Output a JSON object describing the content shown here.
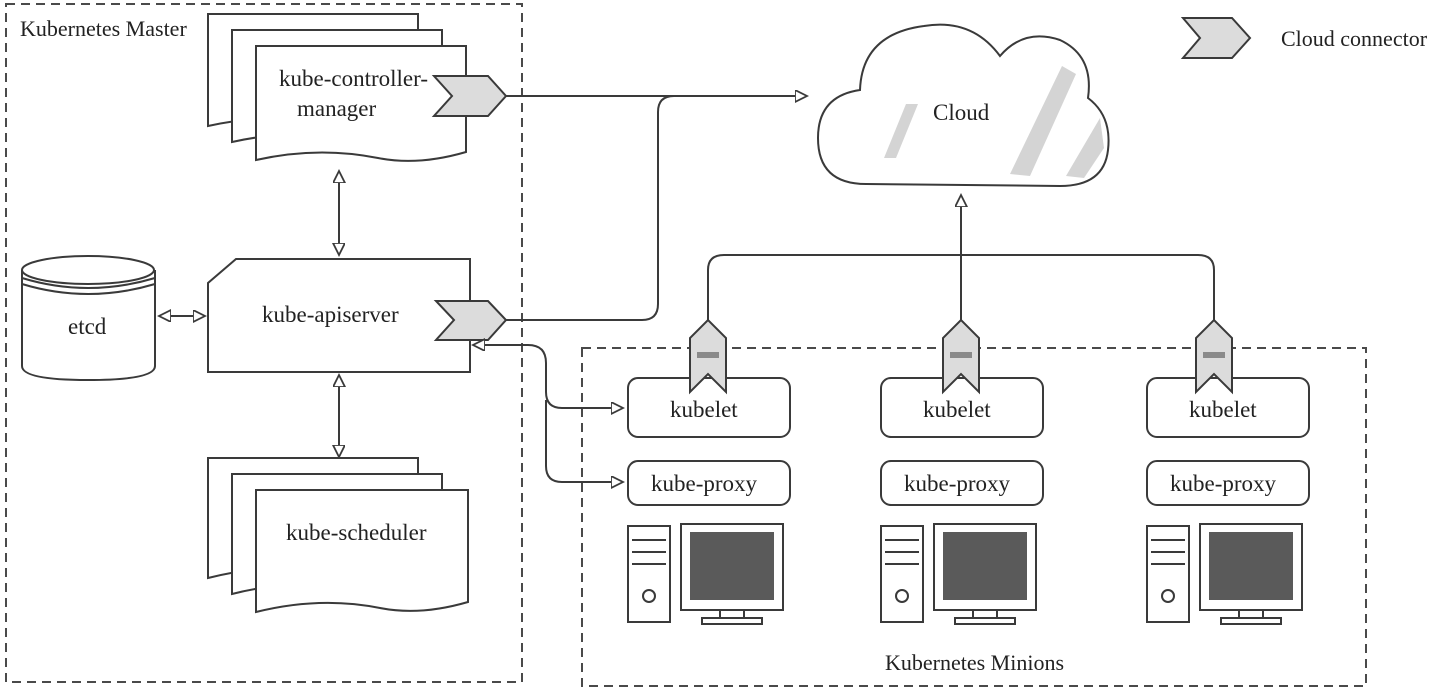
{
  "legend": {
    "connector_label": "Cloud connector"
  },
  "master": {
    "title": "Kubernetes Master",
    "controller_manager_line1": "kube-controller-",
    "controller_manager_line2": "manager",
    "apiserver": "kube-apiserver",
    "scheduler": "kube-scheduler",
    "etcd": "etcd"
  },
  "cloud": {
    "label": "Cloud"
  },
  "minions": {
    "title": "Kubernetes Minions",
    "nodes": [
      {
        "kubelet": "kubelet",
        "proxy": "kube-proxy"
      },
      {
        "kubelet": "kubelet",
        "proxy": "kube-proxy"
      },
      {
        "kubelet": "kubelet",
        "proxy": "kube-proxy"
      }
    ]
  },
  "colors": {
    "stroke": "#3a3a3a",
    "connector_fill": "#dcdcdc",
    "monitor_screen": "#5a5a5a",
    "cloud_shade": "#d4d4d4"
  }
}
